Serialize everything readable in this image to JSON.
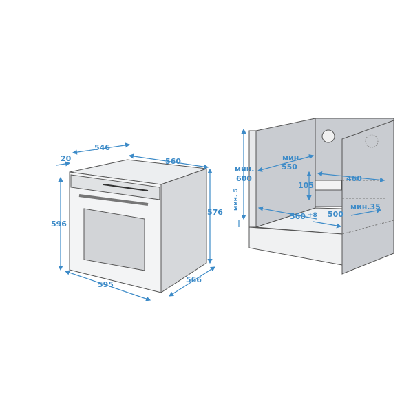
{
  "oven": {
    "labels": {
      "d546": "546",
      "d20": "20",
      "d560": "560",
      "d596": "596",
      "d576": "576",
      "d595": "595",
      "d566": "566"
    }
  },
  "cabinet": {
    "labels": {
      "min_600_a": "мин.",
      "min_600_b": "600",
      "min5": "мин. 5",
      "min550_a": "мин.",
      "min550_b": "550",
      "d460": "460",
      "d105": "105",
      "d560": "560",
      "plus8": "+8",
      "d500": "500",
      "min35": "мин.35"
    }
  },
  "colors": {
    "dimension": "#3d8bc8",
    "panel": "#c9ccd1",
    "outline": "#555555"
  }
}
